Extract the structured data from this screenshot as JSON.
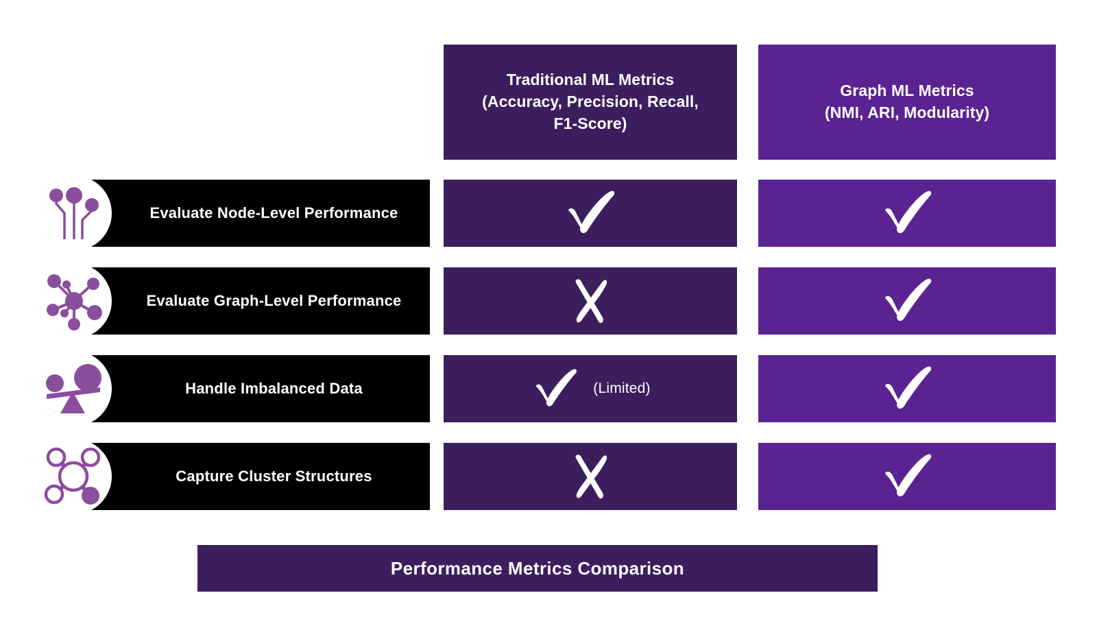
{
  "colors": {
    "dark_purple": "#3C1E5E",
    "bright_purple": "#5B2391",
    "icon_purple": "#8B4D9E",
    "label_bar": "#000000",
    "text_light": "#FFFFFF",
    "background": "#FFFFFF"
  },
  "columns": [
    {
      "id": "traditional-ml-metrics",
      "title": "Traditional ML Metrics",
      "subtitle": "(Accuracy, Precision, Recall,",
      "subtitle2": "F1-Score)",
      "full_label": "Traditional ML Metrics (Accuracy, Precision, Recall, F1-Score)",
      "color": "#3C1E5E"
    },
    {
      "id": "graph-ml-metrics",
      "title": "Graph ML Metrics",
      "subtitle": "(NMI, ARI, Modularity)",
      "subtitle2": "",
      "full_label": "Graph ML Metrics (NMI, ARI, Modularity)",
      "color": "#5B2391"
    }
  ],
  "rows": [
    {
      "id": "evaluate-node-level-performance",
      "label": "Evaluate Node-Level Performance",
      "icon": "node-stems-icon",
      "traditional": {
        "mark": "check",
        "note": ""
      },
      "graph": {
        "mark": "check",
        "note": ""
      }
    },
    {
      "id": "evaluate-graph-level-performance",
      "label": "Evaluate Graph-Level Performance",
      "icon": "network-hub-icon",
      "traditional": {
        "mark": "cross",
        "note": ""
      },
      "graph": {
        "mark": "check",
        "note": ""
      }
    },
    {
      "id": "handle-imbalanced-data",
      "label": "Handle Imbalanced Data",
      "icon": "seesaw-balance-icon",
      "traditional": {
        "mark": "check",
        "note": "(Limited)"
      },
      "graph": {
        "mark": "check",
        "note": ""
      }
    },
    {
      "id": "capture-cluster-structures",
      "label": "Capture Cluster Structures",
      "icon": "molecule-cluster-icon",
      "traditional": {
        "mark": "cross",
        "note": ""
      },
      "graph": {
        "mark": "check",
        "note": ""
      }
    }
  ],
  "footer": {
    "title": "Performance Metrics Comparison"
  }
}
